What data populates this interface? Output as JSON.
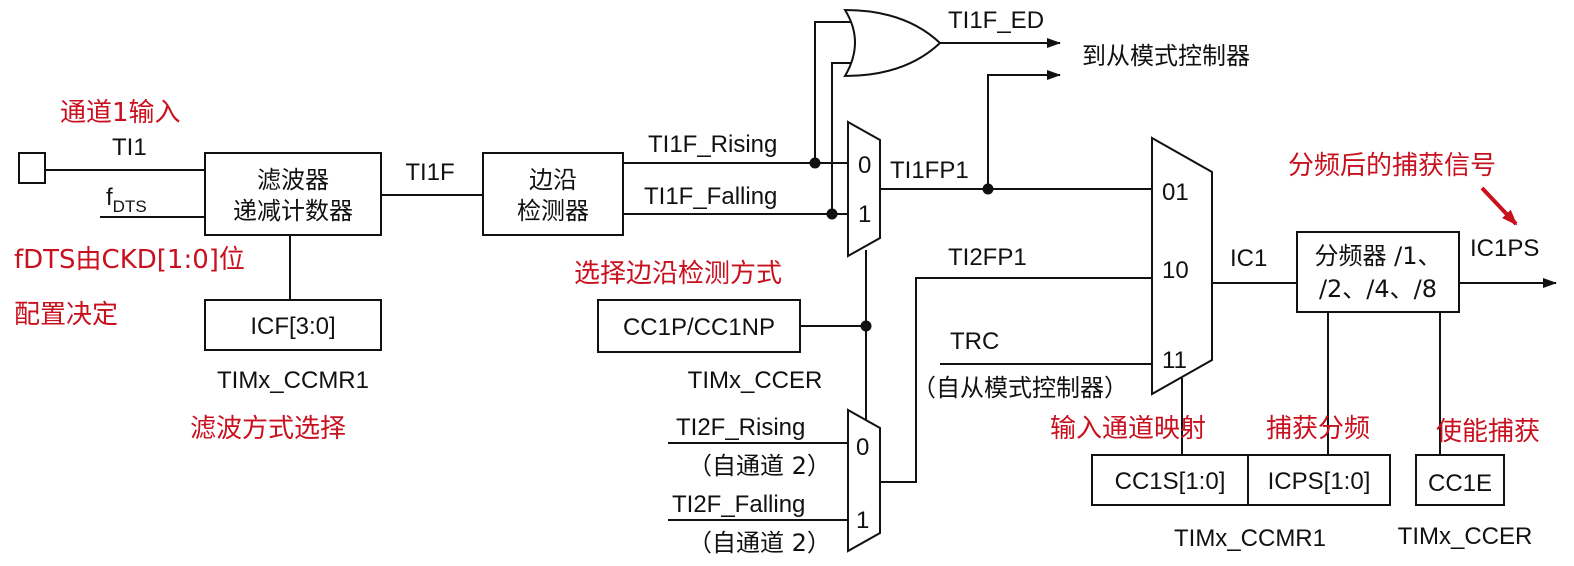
{
  "signals": {
    "ti1": "TI1",
    "fdts_f": "f",
    "fdts_sub": "DTS",
    "ti1f": "TI1F",
    "ti1f_rising": "TI1F_Rising",
    "ti1f_falling": "TI1F_Falling",
    "ti1f_ed": "TI1F_ED",
    "ti1fp1": "TI1FP1",
    "ti2fp1": "TI2FP1",
    "trc": "TRC",
    "ic1": "IC1",
    "ic1ps": "IC1PS",
    "ti2f_rising": "TI2F_Rising",
    "ti2f_falling": "TI2F_Falling"
  },
  "blocks": {
    "filter_line1": "滤波器",
    "filter_line2": "递减计数器",
    "edge_line1": "边沿",
    "edge_line2": "检测器",
    "icf": "ICF[3:0]",
    "cc1p": "CC1P/CC1NP",
    "prescaler_line1": "分频器 /1、",
    "prescaler_line2": "/2、/4、/8",
    "cc1s": "CC1S[1:0]",
    "icps": "ICPS[1:0]",
    "cc1e": "CC1E"
  },
  "registers": {
    "ccmr1_left": "TIMx_CCMR1",
    "ccer_mid": "TIMx_CCER",
    "ccmr1_right": "TIMx_CCMR1",
    "ccer_right": "TIMx_CCER"
  },
  "mux": {
    "sel0": "0",
    "sel1": "1",
    "in01": "01",
    "in10": "10",
    "in11": "11"
  },
  "notes": {
    "to_slave": "到从模式控制器",
    "from_slave": "（自从模式控制器）",
    "from_ch2_a": "（自通道 2）",
    "from_ch2_b": "（自通道 2）"
  },
  "annotations": {
    "ch1_input": "通道1输入",
    "fdts_line1": "fDTS由CKD[1:0]位",
    "fdts_line2": "配置决定",
    "filter_mode": "滤波方式选择",
    "edge_mode": "选择边沿检测方式",
    "input_map": "输入通道映射",
    "capture_div": "捕获分频",
    "enable_capture": "使能捕获",
    "prescaled_capture": "分频后的捕获信号"
  },
  "colors": {
    "annotation": "#c8101e",
    "line": "#111111",
    "background": "#ffffff"
  }
}
